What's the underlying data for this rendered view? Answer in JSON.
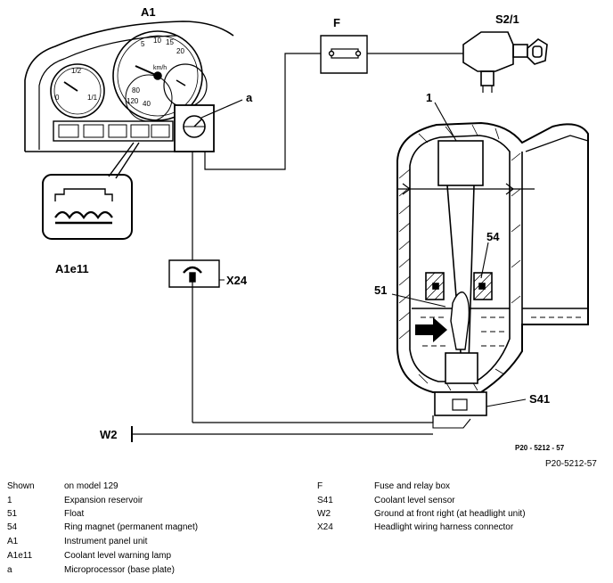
{
  "labels": {
    "a1": "A1",
    "f": "F",
    "s2_1": "S2/1",
    "a": "a",
    "one": "1",
    "fiftyfour": "54",
    "fiftyone": "51",
    "a1e11": "A1e11",
    "x24": "X24",
    "s41": "S41",
    "w2": "W2",
    "inner_code": "P20 - 5212 - 57"
  },
  "gauges": {
    "left_ticks": [
      "0",
      "1/2",
      "1/1"
    ],
    "speedo_ticks": [
      "5",
      "10",
      "15",
      "20"
    ],
    "speedo_unit": "km/h",
    "tacho_ticks": [
      "80",
      "120",
      "40"
    ]
  },
  "ref_code": "P20-5212-57",
  "legend": {
    "left": [
      {
        "code": "Shown",
        "desc": "on model 129"
      },
      {
        "code": "1",
        "desc": "Expansion reservoir"
      },
      {
        "code": "51",
        "desc": "Float"
      },
      {
        "code": "54",
        "desc": "Ring magnet (permanent magnet)"
      },
      {
        "code": "A1",
        "desc": "Instrument panel unit"
      },
      {
        "code": "A1e11",
        "desc": "Coolant level warning lamp"
      },
      {
        "code": "a",
        "desc": "Microprocessor (base plate)"
      }
    ],
    "right": [
      {
        "code": "F",
        "desc": "Fuse and relay box"
      },
      {
        "code": "S41",
        "desc": "Coolant level sensor"
      },
      {
        "code": "W2",
        "desc": "Ground at front right (at headlight unit)"
      },
      {
        "code": "X24",
        "desc": "Headlight wiring harness connector"
      }
    ]
  }
}
